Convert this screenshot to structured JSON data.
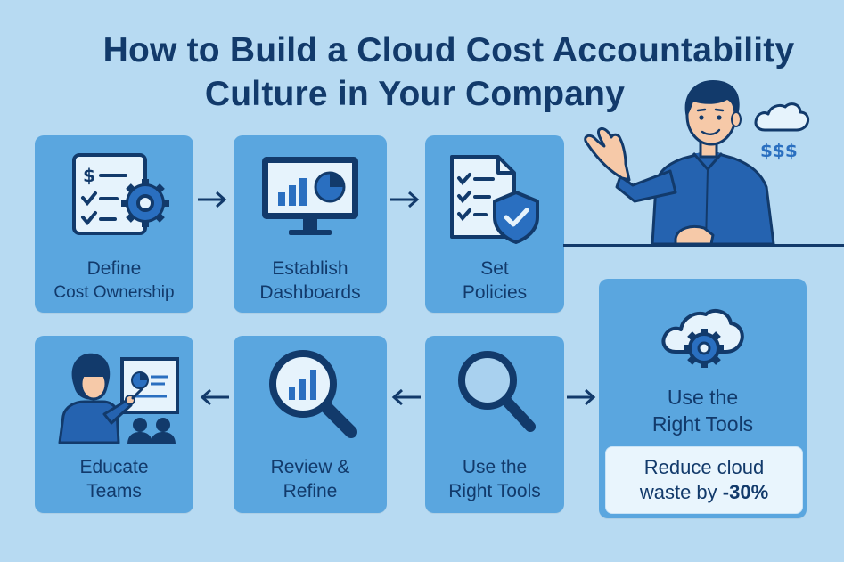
{
  "title": {
    "line1": "How to Build a Cloud Cost Accountability",
    "line2": "Culture in Your Company"
  },
  "steps": [
    {
      "line1": "Define",
      "line2": "Cost Ownership"
    },
    {
      "line1": "Establish",
      "line2": "Dashboards"
    },
    {
      "line1": "Set",
      "line2": "Policies"
    },
    {
      "line1": "Educate",
      "line2": "Teams"
    },
    {
      "line1": "Review &",
      "line2": "Refine"
    },
    {
      "line1": "Use the",
      "line2": "Right Tools"
    }
  ],
  "tools_card": {
    "line1": "Use the",
    "line2": "Right Tools"
  },
  "result": {
    "line1": "Reduce cloud",
    "line2_prefix": "waste by ",
    "value": "-30%"
  },
  "presenter": {
    "cost_symbols": "$$$"
  },
  "colors": {
    "background": "#b7daf2",
    "card": "#5aa6df",
    "navy": "#123a6b",
    "shirt": "#2563b0",
    "result_box": "#e9f5fd"
  }
}
